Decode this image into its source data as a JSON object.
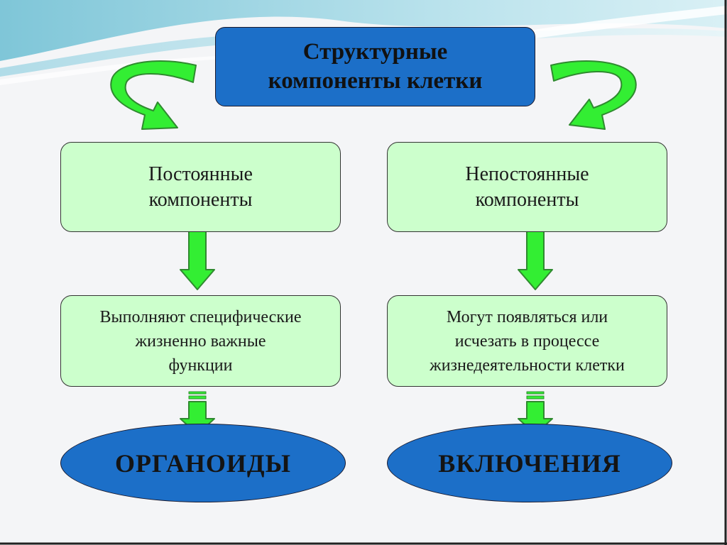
{
  "title": {
    "lines": [
      "Структурные",
      "компоненты клетки"
    ]
  },
  "left_column": {
    "category": {
      "lines": [
        "Постоянные",
        "компоненты"
      ]
    },
    "description": {
      "lines": [
        "Выполняют специфические",
        "жизненно важные",
        "функции"
      ]
    },
    "result": "ОРГАНОИДЫ"
  },
  "right_column": {
    "category": {
      "lines": [
        "Непостоянные",
        "компоненты"
      ]
    },
    "description": {
      "lines": [
        "Могут появляться или",
        "исчезать в процессе",
        "жизнедеятельности клетки"
      ]
    },
    "result": "ВКЛЮЧЕНИЯ"
  },
  "colors": {
    "title_fill": "#1c6fc8",
    "box_fill": "#ccffcc",
    "ellipse_fill": "#1c6fc8",
    "arrow_fill": "#33ee33",
    "arrow_stroke": "#2f8a2f"
  }
}
